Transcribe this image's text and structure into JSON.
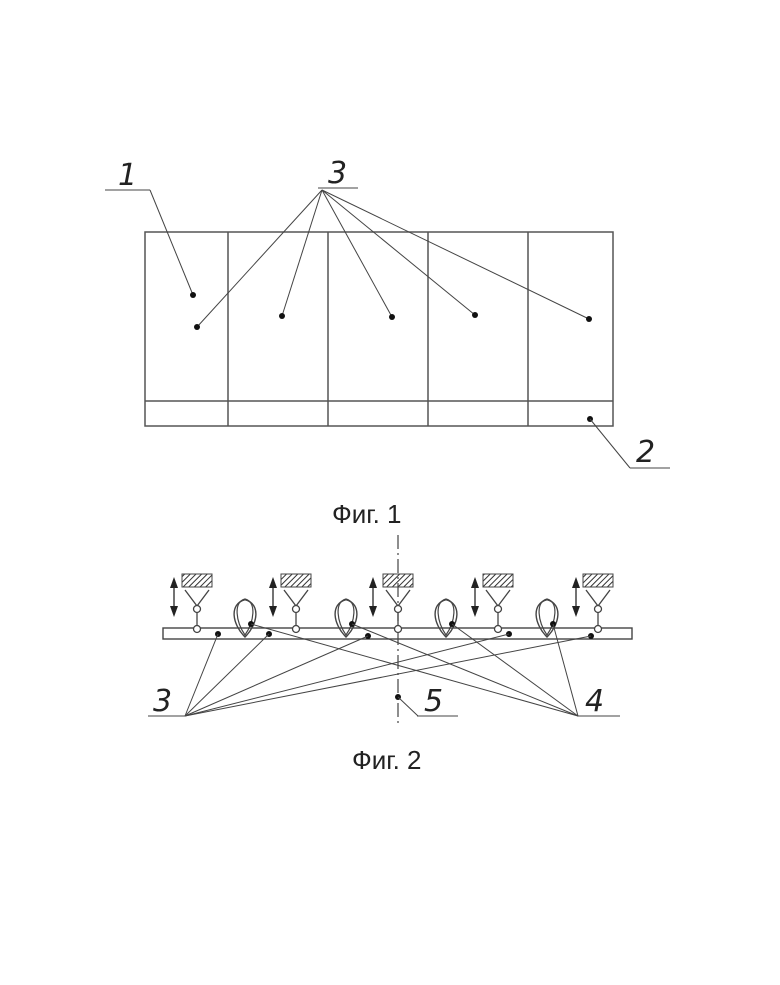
{
  "fig1": {
    "label_1": "1",
    "label_2": "2",
    "label_3": "3",
    "caption": "Фиг. 1"
  },
  "fig2": {
    "label_3": "3",
    "label_4": "4",
    "label_5": "5",
    "caption": "Фиг. 2"
  },
  "colors": {
    "line": "#444444",
    "background": "#ffffff"
  }
}
